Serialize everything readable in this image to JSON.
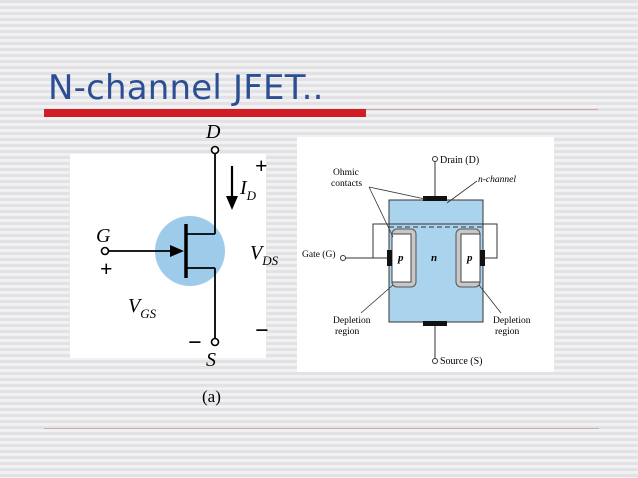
{
  "slide": {
    "title": "N-channel JFET..",
    "accent_color": "#cf1f25",
    "title_color": "#2c4f93"
  },
  "symbol": {
    "drain_label": "D",
    "gate_label": "G",
    "source_label": "S",
    "id_label": "I",
    "id_sub": "D",
    "vds_label": "V",
    "vds_sub": "DS",
    "vgs_label": "V",
    "vgs_sub": "GS",
    "plus_top": "+",
    "minus_right": "−",
    "plus_gate": "+",
    "minus_source": "−",
    "caption": "(a)"
  },
  "structure": {
    "drain_label": "Drain (D)",
    "ohmic_line1": "Ohmic",
    "ohmic_line2": "contacts",
    "nchannel_label": "n-channel",
    "gate_label": "Gate (G)",
    "p_left": "p",
    "n_center": "n",
    "p_right": "p",
    "depletion_left_1": "Depletion",
    "depletion_left_2": "region",
    "depletion_right_1": "Depletion",
    "depletion_right_2": "region",
    "source_label": "Source (S)"
  }
}
